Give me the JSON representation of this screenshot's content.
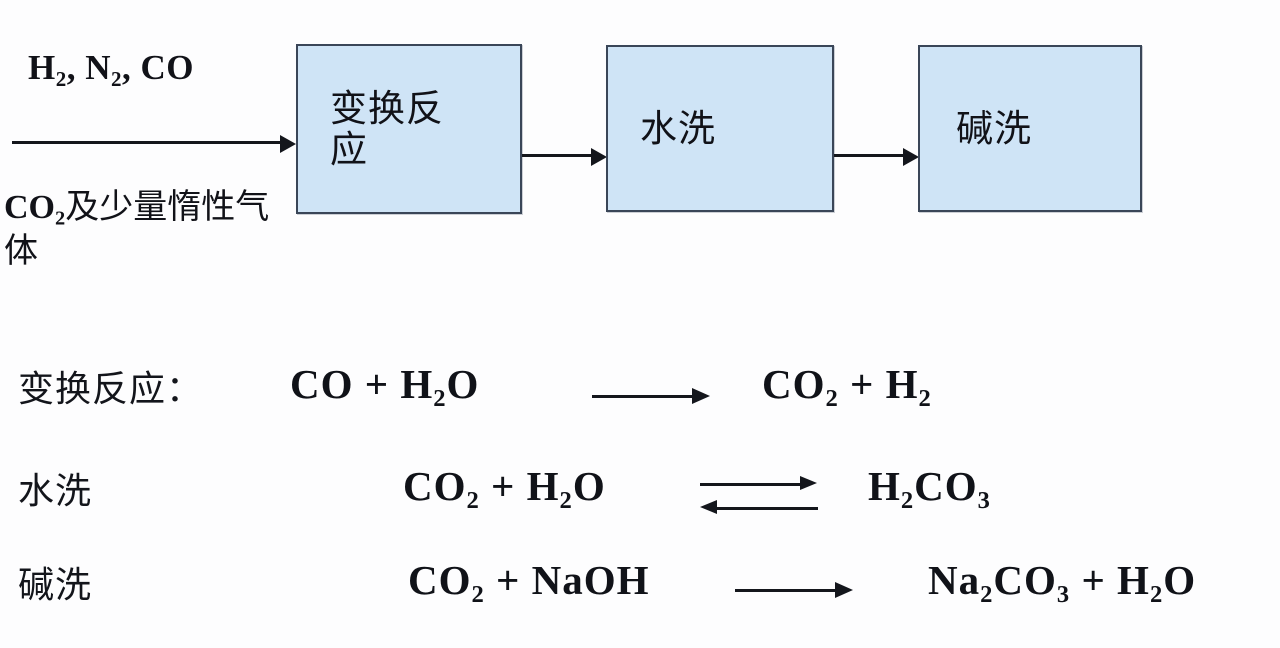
{
  "colors": {
    "box_fill": "#cfe4f6",
    "box_border": "#3a4658",
    "text": "#14161c",
    "background": "#fdfdfe"
  },
  "flow_diagram": {
    "feed_top_label": "H₂, N₂, CO",
    "feed_bottom_label_formula": "CO₂",
    "feed_bottom_label_rest": "及少量惰性气体",
    "boxes": [
      {
        "id": "shift",
        "label": "变换反应"
      },
      {
        "id": "water",
        "label": "水洗"
      },
      {
        "id": "alkali",
        "label": "碱洗"
      }
    ],
    "arrows": [
      {
        "id": "feed",
        "type": "single",
        "direction": "right"
      },
      {
        "id": "conn1",
        "type": "single",
        "direction": "right"
      },
      {
        "id": "conn2",
        "type": "single",
        "direction": "right"
      }
    ]
  },
  "equations": [
    {
      "label": "变换反应：",
      "reactants": "CO  +  H₂O",
      "arrow": "single-right",
      "products": "CO₂  +  H₂"
    },
    {
      "label": "水洗",
      "reactants": "CO₂ + H₂O",
      "arrow": "equilibrium",
      "products": "H₂CO₃"
    },
    {
      "label": "碱洗",
      "reactants": "CO₂  +  NaOH",
      "arrow": "single-right",
      "products": "Na₂CO₃  + H₂O"
    }
  ]
}
